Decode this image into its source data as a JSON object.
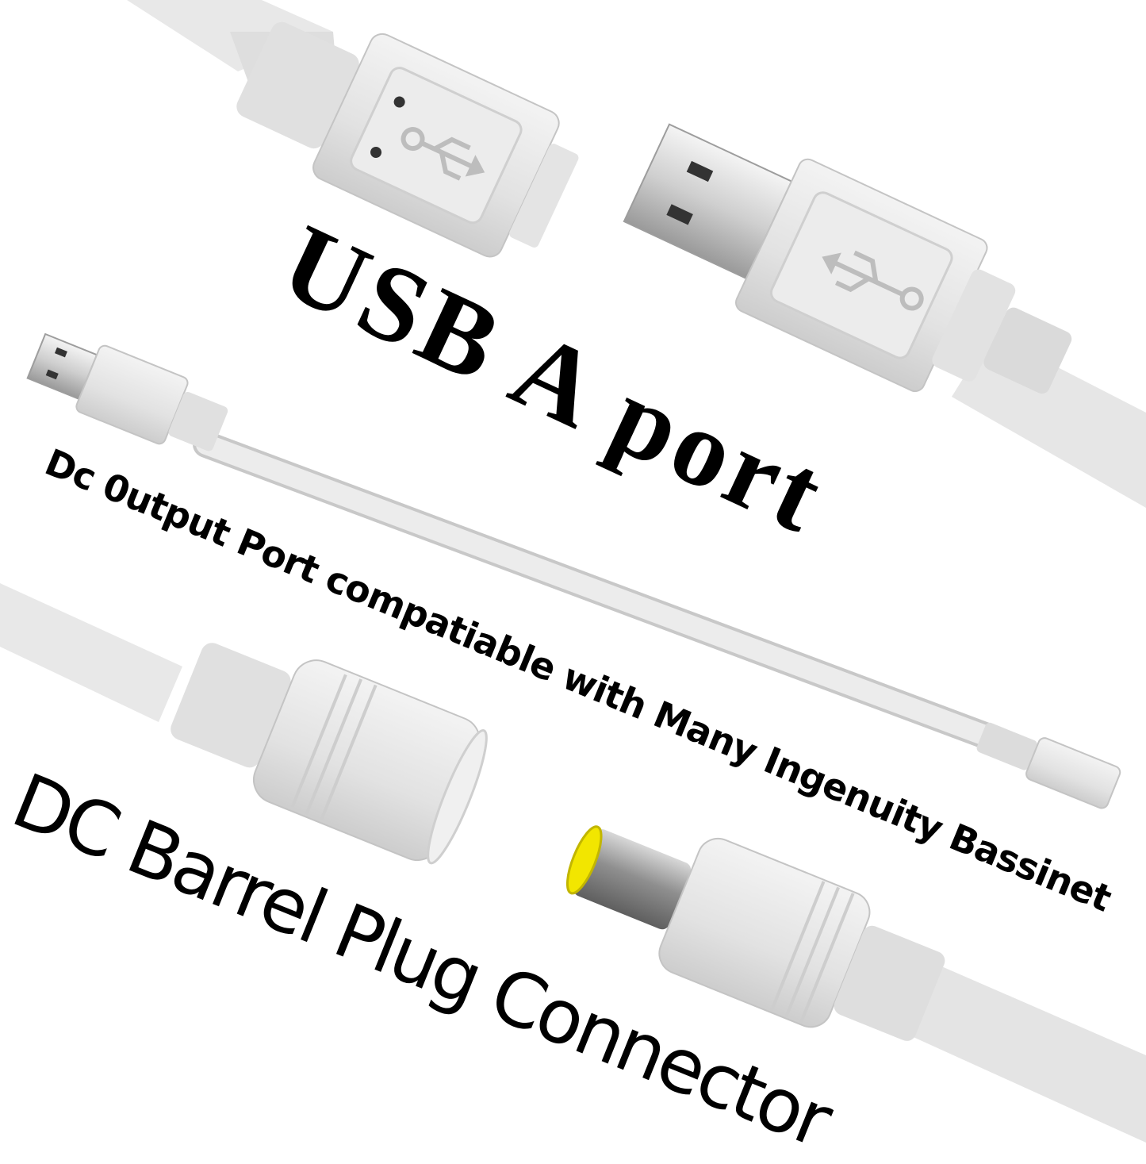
{
  "captions": {
    "usb_a_port": "USB A port",
    "dc_output_port": "Dc 0utput Port compatiable with Many Ingenuity Bassinet",
    "dc_barrel_plug": "DC Barrel Plug Connector"
  },
  "colors": {
    "background": "#ffffff",
    "cable": "#e6e6e6",
    "cable_shadow": "#c9c9c9",
    "connector_metal": "#dcdcdc",
    "barrel_metal": "#a9a9a9",
    "barrel_tip": "#f2e600",
    "text": "#000000"
  }
}
